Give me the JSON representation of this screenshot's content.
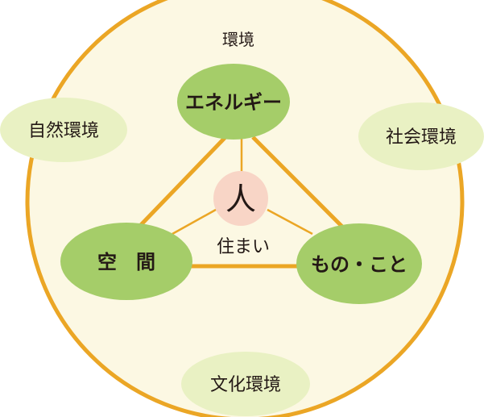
{
  "diagram": {
    "environment_label": "環境",
    "center": {
      "label": "人"
    },
    "dwelling_label": "住まい",
    "nodes": {
      "energy": "エネルギー",
      "space": "空　間",
      "things": "もの・こと"
    },
    "outer_nodes": {
      "natural": "自然環境",
      "social": "社会環境",
      "cultural": "文化環境"
    },
    "colors": {
      "background_circle": "#fcf8e3",
      "ring": "#eba625",
      "green_node": "#a5cd69",
      "outer_node": "#e9f1c3",
      "center_node": "#f8d5c6",
      "line": "#eba625",
      "text": "#231815"
    }
  }
}
